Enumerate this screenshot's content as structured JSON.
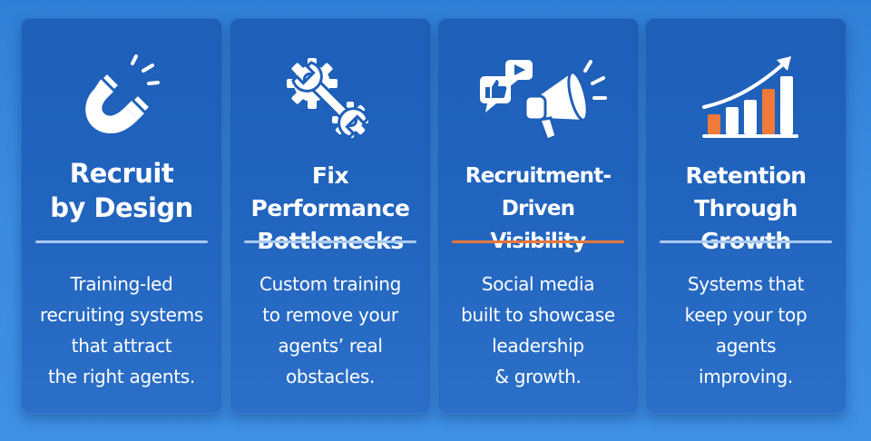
{
  "colors": {
    "background": "#3a8be0",
    "card": "#2063bd",
    "divider": "#a9c9ef",
    "accent_divider": "#e8763a",
    "chart_orange": "#ef7a3a"
  },
  "cards": [
    {
      "icon": "magnet-icon",
      "title_lines": [
        "Recruit",
        "by Design"
      ],
      "desc_lines": [
        "Training-led",
        "recruiting systems",
        "that attract",
        "the right agents."
      ]
    },
    {
      "icon": "gear-wrench-icon",
      "title_lines": [
        "Fix Performance",
        "Bottlenecks"
      ],
      "desc_lines": [
        "Custom training",
        "to remove your",
        "agents’ real",
        "obstacles."
      ]
    },
    {
      "icon": "megaphone-social-icon",
      "title_lines": [
        "Recruitment-Driven",
        "Visibility"
      ],
      "desc_lines": [
        "Social media",
        "built to showcase",
        "leadership",
        "& growth."
      ]
    },
    {
      "icon": "growth-chart-icon",
      "title_lines": [
        "Retention",
        "Through Growth"
      ],
      "desc_lines": [
        "Systems that",
        "keep your top",
        "agents",
        "improving."
      ]
    }
  ]
}
